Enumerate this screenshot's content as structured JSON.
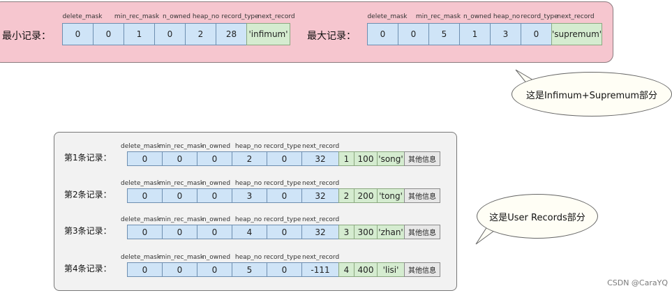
{
  "top_headers": [
    "delete_mask",
    "min_rec_mask",
    "n_owned",
    "heap_no",
    "record_type",
    "next_record"
  ],
  "row_headers": [
    "delete_mask",
    "min_rec_mask",
    "n_owned",
    "heap_no",
    "record_type",
    "next_record"
  ],
  "infimum": {
    "label": "最小记录：",
    "values": [
      "0",
      "0",
      "1",
      "0",
      "2",
      "28"
    ],
    "name": "'infimum'"
  },
  "supremum": {
    "label": "最大记录：",
    "values": [
      "0",
      "0",
      "5",
      "1",
      "3",
      "0"
    ],
    "name": "'supremum'"
  },
  "bubble_top": "这是Infimum+Supremum部分",
  "bubble_mid": "这是User Records部分",
  "records": [
    {
      "label": "第1条记录：",
      "values": [
        "0",
        "0",
        "0",
        "2",
        "0",
        "32"
      ],
      "c1": "1",
      "c2": "100",
      "c3": "'song'",
      "other": "其他信息"
    },
    {
      "label": "第2条记录：",
      "values": [
        "0",
        "0",
        "0",
        "3",
        "0",
        "32"
      ],
      "c1": "2",
      "c2": "200",
      "c3": "'tong'",
      "other": "其他信息"
    },
    {
      "label": "第3条记录：",
      "values": [
        "0",
        "0",
        "0",
        "4",
        "0",
        "32"
      ],
      "c1": "3",
      "c2": "300",
      "c3": "'zhan'",
      "other": "其他信息"
    },
    {
      "label": "第4条记录：",
      "values": [
        "0",
        "0",
        "0",
        "5",
        "0",
        "-111"
      ],
      "c1": "4",
      "c2": "400",
      "c3": "'lisi'",
      "other": "其他信息"
    }
  ],
  "watermark": "CSDN @CaraYQ"
}
